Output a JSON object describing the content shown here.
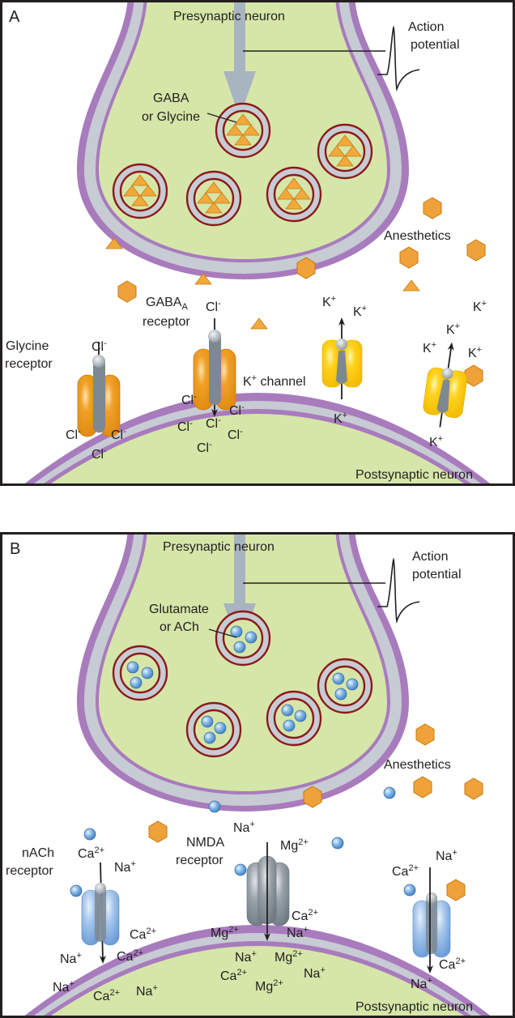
{
  "colors": {
    "cytoplasm": "#d5e6a8",
    "membrane_outer": "#a87bbd",
    "membrane_inner": "#c7cbd3",
    "vesicle_ring": "#8b1a1a",
    "gaba_triangle": "#f2a93b",
    "glutamate_sphere": "#5d9ed8",
    "anesthetic": "#f0a23a",
    "gaba_receptor": "#f0a028",
    "k_channel": "#ffd21c",
    "nach_receptor": "#8fb6e6",
    "nmda_receptor": "#8c969c",
    "pore": "#7e8890",
    "arrow_gray": "#a8b4c0",
    "frame": "#231f20"
  },
  "panel_a": {
    "letter": "A",
    "presynaptic_label": "Presynaptic neuron",
    "action_potential_label_1": "Action",
    "action_potential_label_2": "potential",
    "transmitter_label_1": "GABA",
    "transmitter_label_2": "or Glycine",
    "anesthetics_label": "Anesthetics",
    "glycine_receptor_label_1": "Glycine",
    "glycine_receptor_label_2": "receptor",
    "gabaa_receptor_label_1": "GABA",
    "gabaa_receptor_sub": "A",
    "gabaa_receptor_label_2": "receptor",
    "k_channel_label": "K",
    "k_channel_label_sup": "+",
    "k_channel_label_rest": " channel",
    "postsynaptic_label": "Postsynaptic neuron",
    "ions": {
      "cl": "Cl",
      "cl_sup": "-",
      "k": "K",
      "k_sup": "+"
    }
  },
  "panel_b": {
    "letter": "B",
    "presynaptic_label": "Presynaptic neuron",
    "action_potential_label_1": "Action",
    "action_potential_label_2": "potential",
    "transmitter_label_1": "Glutamate",
    "transmitter_label_2": "or ACh",
    "anesthetics_label": "Anesthetics",
    "nach_receptor_label_1": "nACh",
    "nach_receptor_label_2": "receptor",
    "nmda_receptor_label_1": "NMDA",
    "nmda_receptor_label_2": "receptor",
    "postsynaptic_label": "Postsynaptic neuron",
    "ions": {
      "na": "Na",
      "na_sup": "+",
      "ca": "Ca",
      "ca_sup": "2+",
      "mg": "Mg",
      "mg_sup": "2+"
    }
  }
}
